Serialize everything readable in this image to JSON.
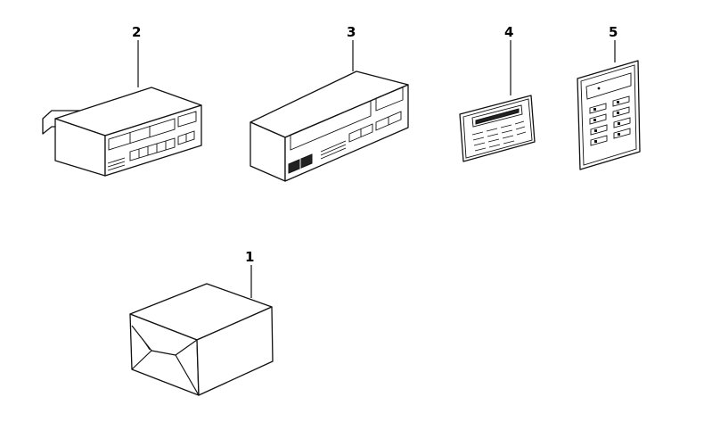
{
  "parts": [
    {
      "id": "part-1",
      "callout": "1"
    },
    {
      "id": "part-2",
      "callout": "2"
    },
    {
      "id": "part-3",
      "callout": "3"
    },
    {
      "id": "part-4",
      "callout": "4"
    },
    {
      "id": "part-5",
      "callout": "5"
    }
  ]
}
